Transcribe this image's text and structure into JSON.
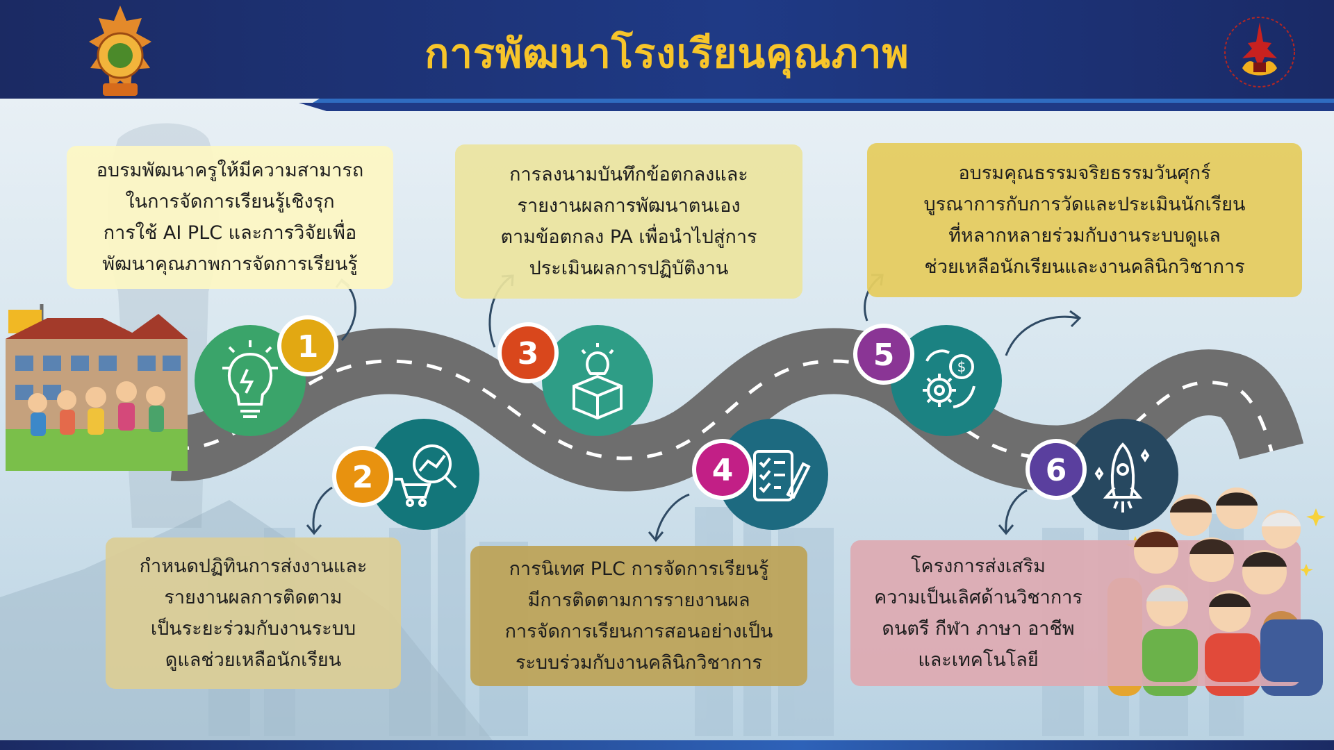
{
  "header": {
    "title": "การพัฒนาโรงเรียนคุณภาพ"
  },
  "colors": {
    "header_bg": "#1b2a63",
    "title": "#f7c52a",
    "road": "#6e6e6e",
    "step1": "#e2a812",
    "step2": "#e8920f",
    "step3": "#d9471c",
    "step4": "#c21f86",
    "step5": "#8a3595",
    "step6": "#5a3f9e"
  },
  "steps": [
    {
      "number": "1",
      "icon": "lightbulb-icon",
      "lines": [
        "อบรมพัฒนาครูให้มีความสามารถ",
        "ในการจัดการเรียนรู้เชิงรุก",
        "การใช้ AI PLC และการวิจัยเพื่อ",
        "พัฒนาคุณภาพการจัดการเรียนรู้"
      ]
    },
    {
      "number": "2",
      "icon": "shopping-analytics-icon",
      "lines": [
        "กำหนดปฏิทินการส่งงานและ",
        "รายงานผลการติดตาม",
        "เป็นระยะร่วมกับงานระบบ",
        "ดูแลช่วยเหลือนักเรียน"
      ]
    },
    {
      "number": "3",
      "icon": "idea-box-icon",
      "lines": [
        "การลงนามบันทึกข้อตกลงและ",
        "รายงานผลการพัฒนาตนเอง",
        "ตามข้อตกลง PA เพื่อนำไปสู่การ",
        "ประเมินผลการปฏิบัติงาน"
      ]
    },
    {
      "number": "4",
      "icon": "checklist-pen-icon",
      "lines": [
        "การนิเทศ  PLC การจัดการเรียนรู้",
        "มีการติดตามการรายงานผล",
        "การจัดการเรียนการสอนอย่างเป็น",
        "ระบบร่วมกับงานคลินิกวิชาการ"
      ]
    },
    {
      "number": "5",
      "icon": "gear-money-icon",
      "lines": [
        "อบรมคุณธรรมจริยธรรมวันศุกร์",
        "บูรณาการกับการวัดและประเมินนักเรียน",
        "ที่หลากหลายร่วมกับงานระบบดูแล",
        "ช่วยเหลือนักเรียนและงานคลินิกวิชาการ"
      ]
    },
    {
      "number": "6",
      "icon": "rocket-icon",
      "lines": [
        "โครงการส่งเสริม",
        "ความเป็นเลิศด้านวิชาการ",
        "ดนตรี กีฬา ภาษา อาชีพ",
        "และเทคโนโลยี"
      ]
    }
  ]
}
